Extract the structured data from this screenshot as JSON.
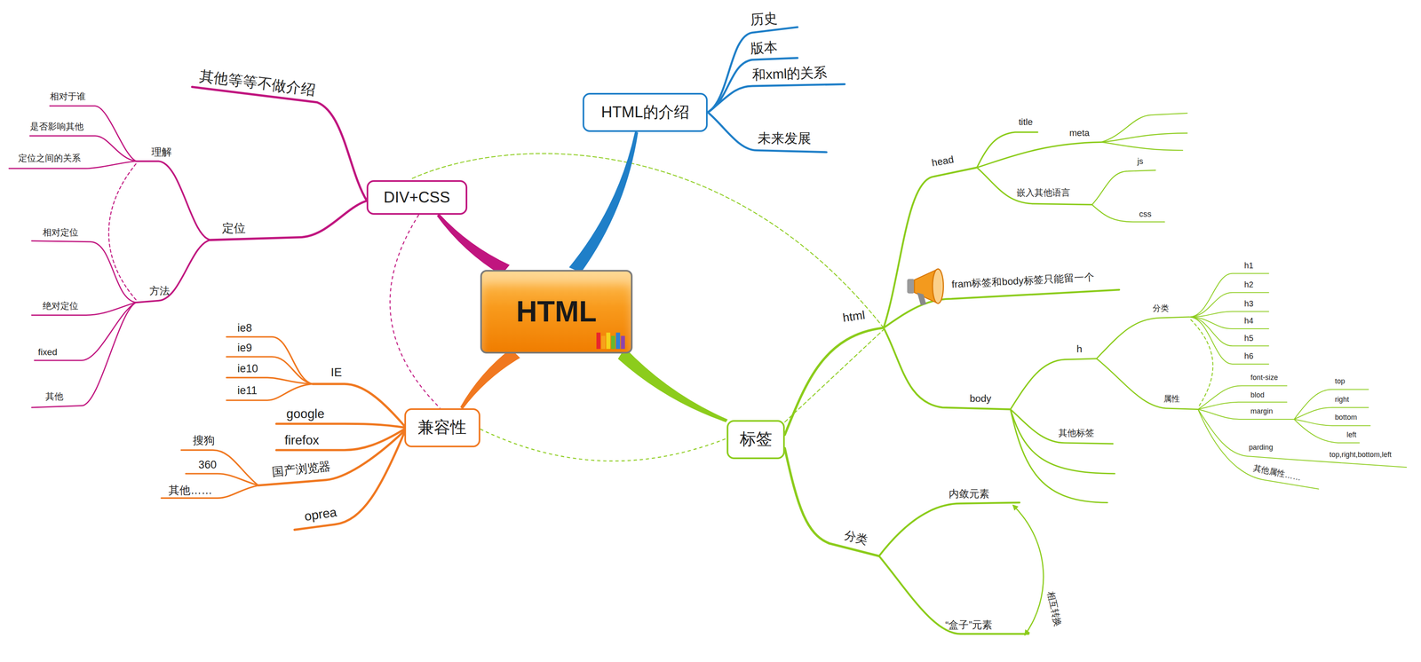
{
  "diagram": {
    "nodes": [
      {
        "text": [
          "HTML"
        ]
      },
      {
        "text": [
          "HTML的介绍"
        ]
      },
      {
        "text": [
          "DIV+CSS"
        ]
      },
      {
        "text": [
          "兼容性"
        ]
      },
      {
        "text": [
          "标签"
        ]
      }
    ],
    "edges": [
      {
        "from": 0,
        "to": 1,
        "arrow": "none"
      },
      {
        "from": 0,
        "to": 2,
        "arrow": "none"
      },
      {
        "from": 0,
        "to": 3,
        "arrow": "none"
      },
      {
        "from": 0,
        "to": 4,
        "arrow": "none"
      },
      {
        "from": 2,
        "to": 3,
        "arrow": "none"
      },
      {
        "from": 3,
        "to": 4,
        "arrow": "none"
      }
    ],
    "labels": [
      "历史",
      "版本",
      "和xml的关系",
      "未来发展",
      "其他等等不做介绍",
      "理解",
      "相对于谁",
      "是否影响其他",
      "定位之间的关系",
      "定位",
      "方法",
      "相对定位",
      "绝对定位",
      "fixed",
      "其他",
      "IE",
      "ie8",
      "ie9",
      "ie10",
      "ie11",
      "google",
      "firefox",
      "国产浏览器",
      "搜狗",
      "360",
      "其他……",
      "oprea",
      "head",
      "title",
      "meta",
      "嵌入其他语言",
      "js",
      "css",
      "html",
      "fram标签和body标签只能留一个",
      "h",
      "分类",
      "h1",
      "h2",
      "h3",
      "h4",
      "h5",
      "h6",
      "属性",
      "font-size",
      "blod",
      "margin",
      "top",
      "right",
      "bottom",
      "left",
      "parding",
      "top,right,bottom,left",
      "其他属性……",
      "body",
      "其他标签",
      "分类",
      "内敛元素",
      "“盒子”元素",
      "相互转换"
    ]
  }
}
